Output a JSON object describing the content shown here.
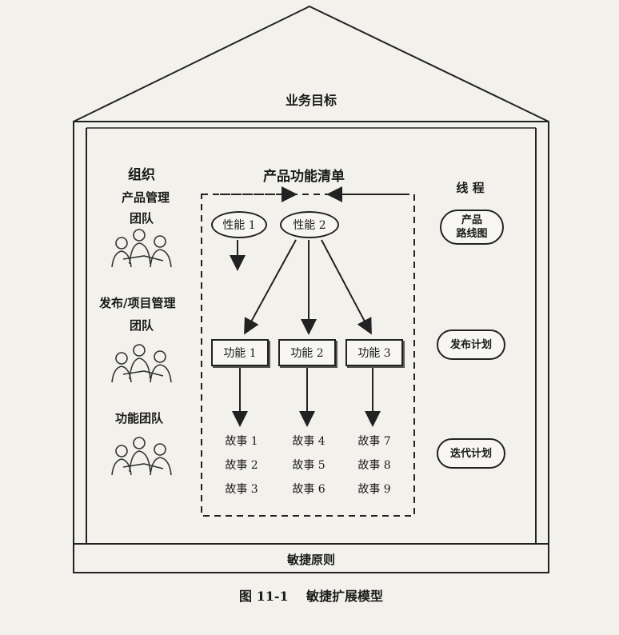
{
  "roof_label": "业务目标",
  "foundation_label": "敏捷原则",
  "caption": "图 11-1    敏捷扩展模型",
  "organization": {
    "heading": "组织",
    "teams": [
      {
        "line1": "产品管理",
        "line2": "团队"
      },
      {
        "line1": "发布/项目管理",
        "line2": "团队"
      },
      {
        "line1": "功能团队",
        "line2": ""
      }
    ]
  },
  "backlog": {
    "title": "产品功能清单",
    "capabilities": [
      "性能 1",
      "性能 2"
    ],
    "features": [
      "功能 1",
      "功能 2",
      "功能 3"
    ],
    "stories": [
      [
        "故事 1",
        "故事 2",
        "故事 3"
      ],
      [
        "故事 4",
        "故事 5",
        "故事 6"
      ],
      [
        "故事 7",
        "故事 8",
        "故事 9"
      ]
    ]
  },
  "threads": {
    "heading": "线 程",
    "items": [
      {
        "line1": "产品",
        "line2": "路线图"
      },
      {
        "line1": "发布计划",
        "line2": ""
      },
      {
        "line1": "迭代计划",
        "line2": ""
      }
    ]
  }
}
